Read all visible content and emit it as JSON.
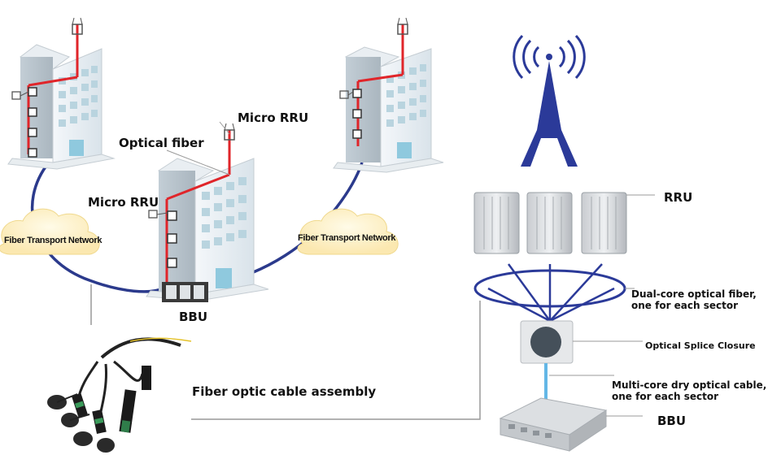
{
  "labels": {
    "micro_rru_top": "Micro RRU",
    "optical_fiber": "Optical fiber",
    "micro_rru_left": "Micro RRU",
    "fiber_transport_left": "Fiber Transport Network",
    "fiber_transport_right": "Fiber Transport Network",
    "bbu_left": "BBU",
    "cable_assembly": "Fiber optic cable assembly",
    "rru": "RRU",
    "dual_core_1": "Dual-core optical fiber,",
    "dual_core_2": "one for each sector",
    "splice_closure": "Optical Splice Closure",
    "multi_core_1": "Multi-core dry optical cable,",
    "multi_core_2": "one for each sector",
    "bbu_right": "BBU"
  },
  "colors": {
    "ring": "#2b3a8c",
    "tower": "#2b3a99",
    "fiber_red": "#e0252a",
    "building": "#dfe8ef",
    "window": "#b9d4df",
    "cloud": "#fff6d6",
    "cable_blue": "#63b7e6"
  }
}
